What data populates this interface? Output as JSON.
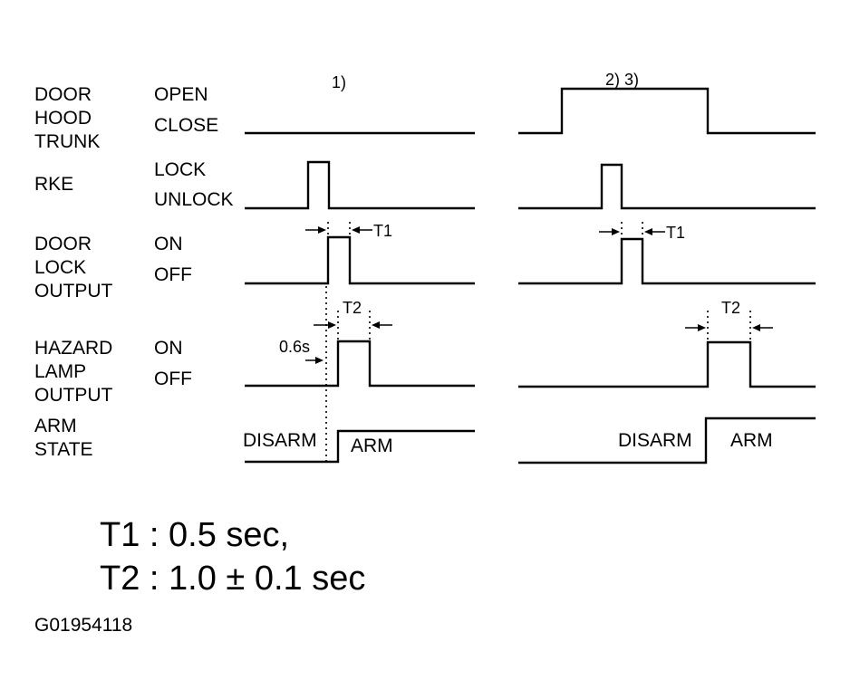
{
  "signals": [
    {
      "lines": [
        "DOOR",
        "HOOD",
        "TRUNK"
      ],
      "states": [
        "OPEN",
        "CLOSE"
      ]
    },
    {
      "lines": [
        "RKE"
      ],
      "states": [
        "LOCK",
        "UNLOCK"
      ]
    },
    {
      "lines": [
        "DOOR",
        "LOCK",
        "OUTPUT"
      ],
      "states": [
        "ON",
        "OFF"
      ]
    },
    {
      "lines": [
        "HAZARD",
        "LAMP",
        "OUTPUT"
      ],
      "states": [
        "ON",
        "OFF"
      ]
    },
    {
      "lines": [
        "ARM",
        "STATE"
      ],
      "states": []
    }
  ],
  "cases": [
    {
      "label": "1)",
      "arm_low": "DISARM",
      "arm_high": "ARM"
    },
    {
      "label": "2) 3)",
      "arm_low": "DISARM",
      "arm_high": "ARM"
    }
  ],
  "timings": {
    "t1": "T1",
    "t2": "T2",
    "delay": "0.6s"
  },
  "legend": {
    "t1_line": "T1 :  0.5 sec,",
    "t2_line": "T2 :  1.0 ± 0.1 sec"
  },
  "figure_code": "G01954118"
}
